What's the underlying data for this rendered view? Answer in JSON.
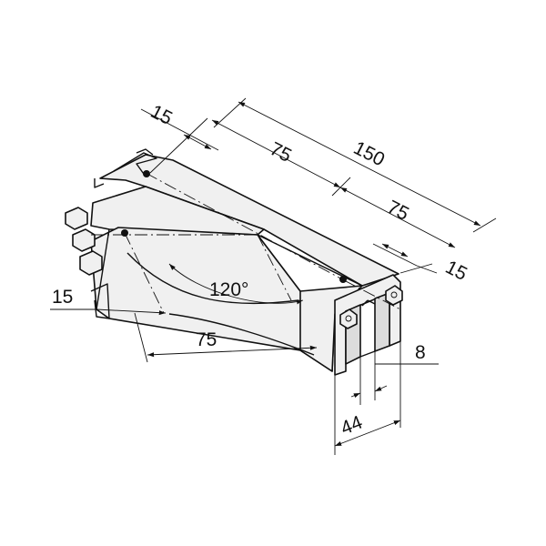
{
  "dimensions": {
    "d_15_top": "15",
    "d_75_upper": "75",
    "d_150": "150",
    "d_75_right": "75",
    "d_15_right": "15",
    "d_120_angle": "120°",
    "d_15_left": "15",
    "d_75_bottom": "75",
    "d_8": "8",
    "d_44": "44"
  }
}
